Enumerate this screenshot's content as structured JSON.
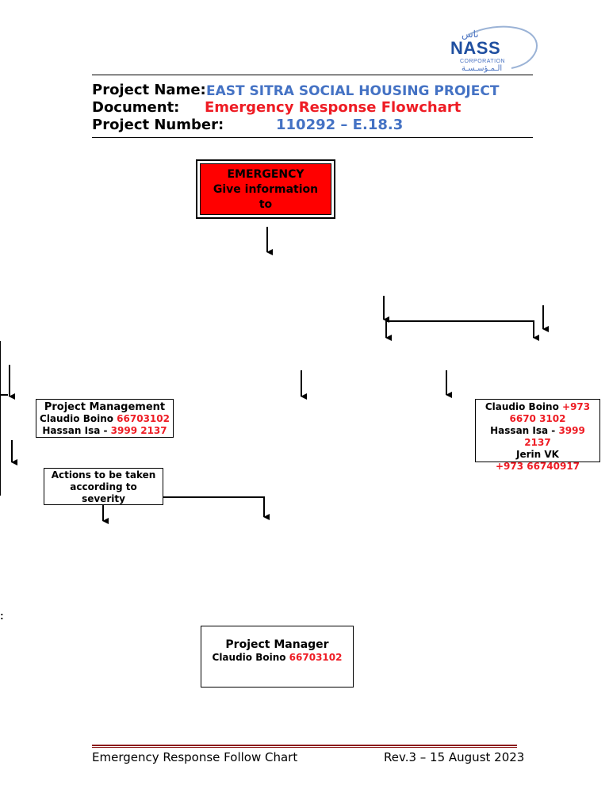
{
  "logo": {
    "arabic_top": "ناس",
    "name": "NASS",
    "sub": "CORPORATION",
    "arabic_bottom": "الـمـؤسـسـة"
  },
  "header": {
    "project_name_label": "Project Name:",
    "project_name_value": "EAST SITRA SOCIAL HOUSING PROJECT",
    "document_label": "Document:",
    "document_value": "Emergency Response Flowchart",
    "project_number_label": "Project Number:",
    "project_number_value": "110292 – E.18.3"
  },
  "emergency_box": {
    "line1": "EMERGENCY",
    "line2": "Give information",
    "line3": "to"
  },
  "pm_box": {
    "title": "Project Management",
    "person1_name": "Claudio Boino ",
    "person1_phone": "66703102",
    "person2_name": "Hassan Isa - ",
    "person2_phone": "3999 2137"
  },
  "right_box": {
    "person1_name": "Claudio Boino ",
    "person1_phone_a": "+973",
    "person1_phone_b": "6670 3102",
    "person2_name": "Hassan Isa - ",
    "person2_phone": "3999 2137",
    "person3_name": "Jerin VK",
    "person3_phone": "+973 66740917"
  },
  "actions_box": {
    "line1": "Actions to be taken",
    "line2": "according to",
    "line3": "severity"
  },
  "manager_box": {
    "title": "Project Manager",
    "name": "Claudio Boino ",
    "phone": "66703102"
  },
  "footer": {
    "left": "Emergency Response Follow Chart",
    "right": "Rev.3 – 15 August 2023"
  },
  "stray_mark": ":",
  "colors": {
    "blue": "#4472c4",
    "red": "#ee1c24",
    "emergency_fill": "#ff0000",
    "footer_rule": "#8b1a1a"
  }
}
